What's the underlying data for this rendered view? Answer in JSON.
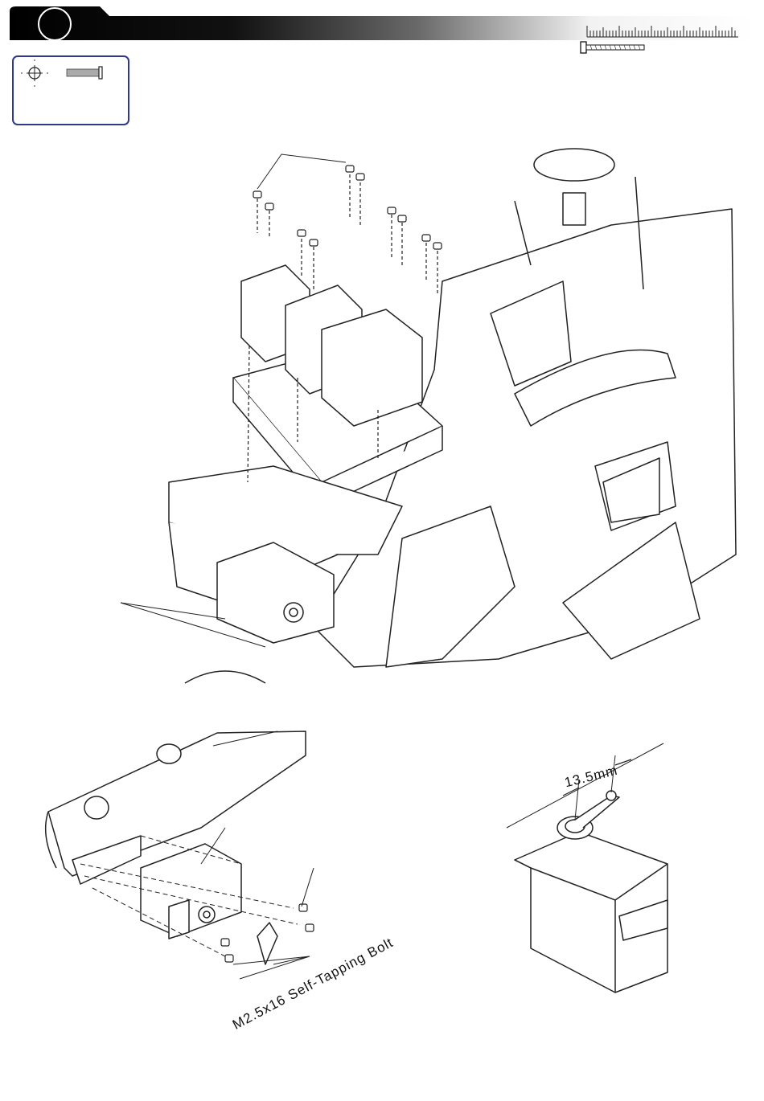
{
  "header": {
    "step_number": "",
    "icon": "step-header-bar"
  },
  "hardware_box": {
    "icon": "cap-screw-icon",
    "quantity": ""
  },
  "callouts": {
    "bolt": "M2.5x16 Self-Tapping Bolt",
    "horn_dimension": "13.5mm"
  },
  "colors": {
    "header_dark": "#111111",
    "box_border": "#2f3a8f",
    "line_art": "#222222"
  }
}
